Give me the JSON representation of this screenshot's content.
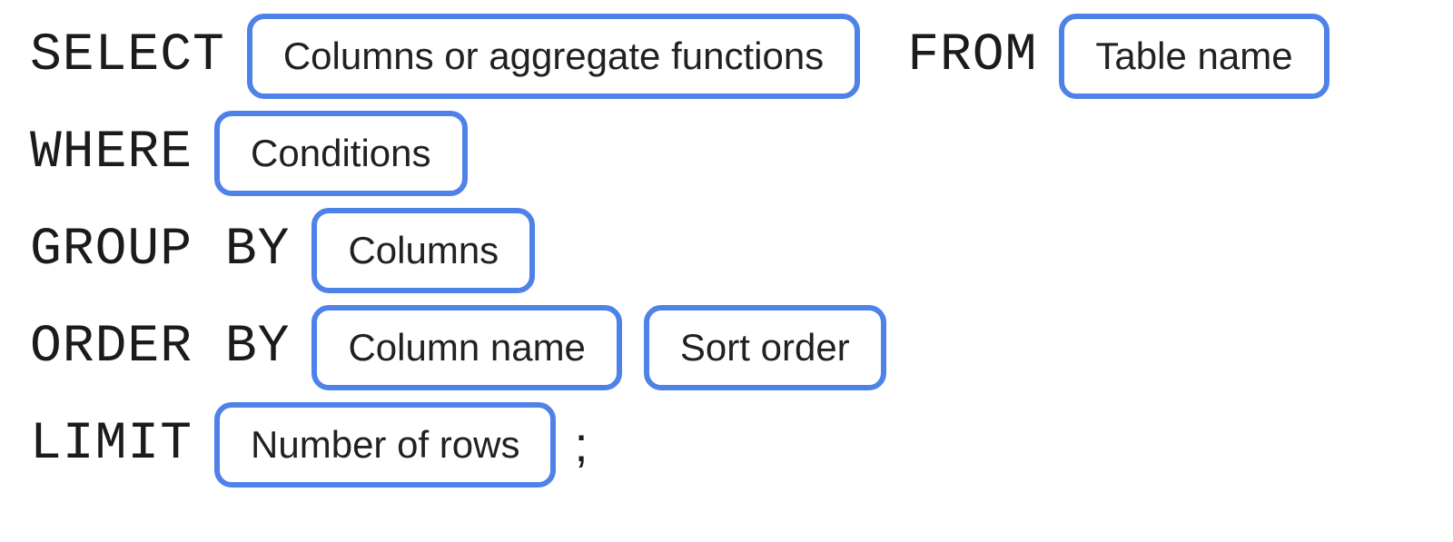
{
  "diagram": {
    "title_semantic": "SQL query syntax diagram",
    "rows": [
      {
        "keyword": "SELECT",
        "box1": "Columns or aggregate functions",
        "keyword2": "FROM",
        "box2": "Table name"
      },
      {
        "keyword": "WHERE",
        "box1": "Conditions"
      },
      {
        "keyword": "GROUP BY",
        "box1": "Columns"
      },
      {
        "keyword": "ORDER BY",
        "box1": "Column name",
        "box2": "Sort order"
      },
      {
        "keyword": "LIMIT",
        "box1": "Number of rows",
        "terminator": ";"
      }
    ],
    "colors": {
      "box-border": "#4e82e9",
      "keyword-text": "#1b1b1b",
      "label-text": "#202124",
      "background": "#ffffff"
    }
  }
}
